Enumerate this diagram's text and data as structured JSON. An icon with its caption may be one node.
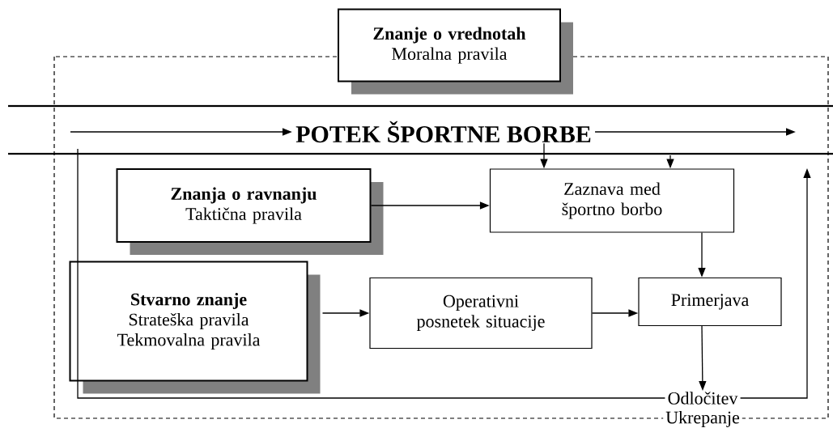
{
  "diagram": {
    "nodes": [
      {
        "text": [
          "Znanje o vrednotah",
          "Moralna pravila"
        ]
      },
      {
        "text": [
          "POTEK ŠPORTNE BORBE"
        ]
      },
      {
        "text": [
          "Znanja o ravnanju",
          "Taktična pravila"
        ]
      },
      {
        "text": [
          "Zaznava med športno borbo"
        ]
      },
      {
        "text": [
          "Stvarno znanje",
          "Strateška pravila",
          "Tekmovalna pravila"
        ]
      },
      {
        "text": [
          "Operativni posnetek situacije"
        ]
      },
      {
        "text": [
          "Primerjava"
        ]
      },
      {
        "text": [
          "Odločitev"
        ]
      },
      {
        "text": [
          "Ukrepanje"
        ]
      }
    ],
    "edges": [
      {
        "from": 2,
        "to": 3,
        "arrow": "to"
      },
      {
        "from": 4,
        "to": 5,
        "arrow": "to"
      },
      {
        "from": 5,
        "to": 6,
        "arrow": "to"
      },
      {
        "from": 3,
        "to": 6,
        "arrow": "to"
      },
      {
        "from": 6,
        "to": 7,
        "arrow": "to"
      },
      {
        "from": 7,
        "to": null,
        "arrow": "none"
      },
      {
        "from": 7,
        "to": null,
        "arrow": "to"
      },
      {
        "from": 1,
        "to": 3,
        "arrow": "to"
      },
      {
        "from": null,
        "to": 3,
        "arrow": "to"
      },
      {
        "from": null,
        "to": 1,
        "arrow": "to"
      },
      {
        "from": 1,
        "to": null,
        "arrow": "to"
      }
    ]
  }
}
